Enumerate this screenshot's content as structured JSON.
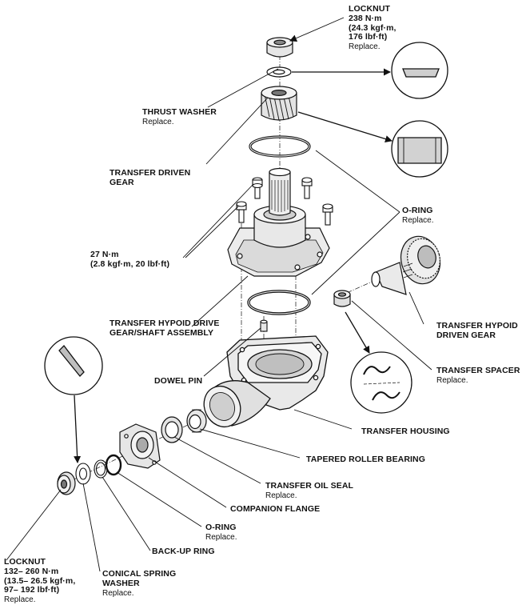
{
  "labels": {
    "locknut_top": {
      "title": "LOCKNUT",
      "torque": "238 N·m",
      "torque_alt1": "(24.3 kgf·m,",
      "torque_alt2": "176 lbf·ft)",
      "note": "Replace."
    },
    "thrust_washer": {
      "title": "THRUST WASHER",
      "note": "Replace."
    },
    "transfer_driven_gear": {
      "line1": "TRANSFER DRIVEN",
      "line2": "GEAR"
    },
    "o_ring_right": {
      "title": "O-RING",
      "note": "Replace."
    },
    "bolt_torque": {
      "torque": "27 N·m",
      "torque_alt": "(2.8 kgf·m, 20 lbf·ft)"
    },
    "hypoid_drive_gear": {
      "line1": "TRANSFER HYPOID DRIVE",
      "line2": "GEAR/SHAFT ASSEMBLY"
    },
    "hypoid_driven_gear": {
      "line1": "TRANSFER HYPOID",
      "line2": "DRIVEN GEAR"
    },
    "dowel_pin": {
      "title": "DOWEL PIN"
    },
    "transfer_spacer": {
      "title": "TRANSFER SPACER",
      "note": "Replace."
    },
    "transfer_housing": {
      "title": "TRANSFER HOUSING"
    },
    "tapered_roller_bearing": {
      "title": "TAPERED ROLLER BEARING"
    },
    "transfer_oil_seal": {
      "title": "TRANSFER OIL SEAL",
      "note": "Replace."
    },
    "companion_flange": {
      "title": "COMPANION FLANGE"
    },
    "o_ring_bottom": {
      "title": "O-RING",
      "note": "Replace."
    },
    "backup_ring": {
      "title": "BACK-UP RING"
    },
    "locknut_bottom": {
      "title": "LOCKNUT",
      "torque": "132– 260 N·m",
      "torque_alt1": "(13.5– 26.5 kgf·m,",
      "torque_alt2": "97– 192 lbf·ft)",
      "note": "Replace."
    },
    "conical_spring_washer": {
      "line1": "CONICAL SPRING",
      "line2": "WASHER",
      "note": "Replace."
    }
  },
  "colors": {
    "line": "#111111",
    "fill": "#ffffff",
    "shade": "#bdbdbd",
    "dark": "#555555"
  }
}
